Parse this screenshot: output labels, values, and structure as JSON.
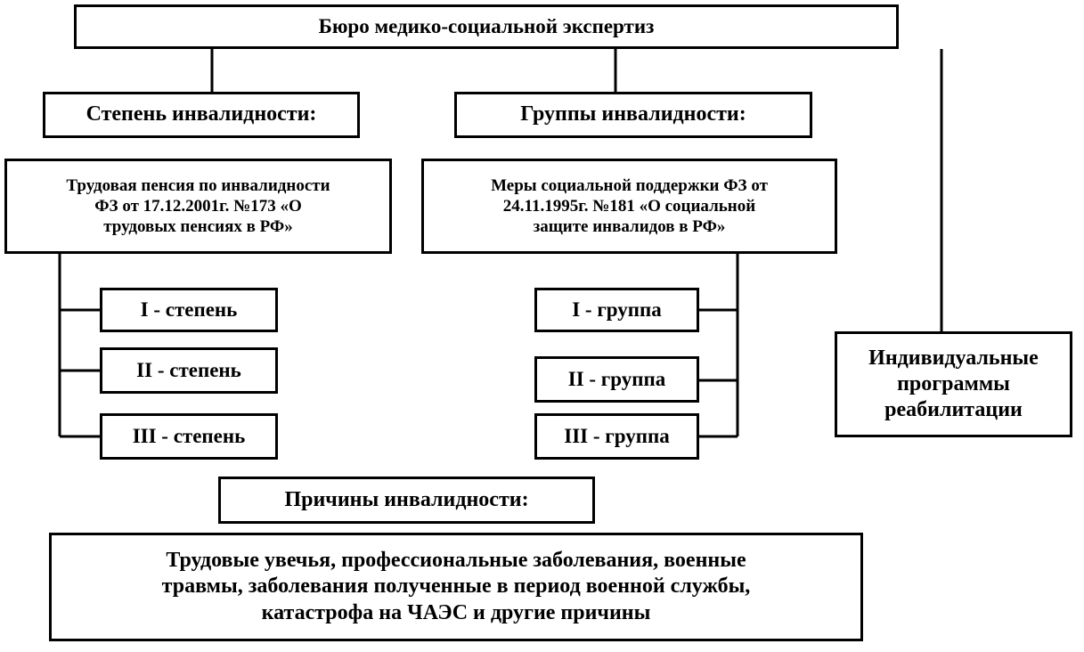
{
  "title": "Бюро медико-социальной экспертиз",
  "degree": {
    "heading": "Степень инвалидности:",
    "law": [
      "Трудовая пенсия по инвалидности",
      "ФЗ от 17.12.2001г. №173 «О",
      "трудовых пенсиях  в РФ»"
    ],
    "items": [
      "I - степень",
      "II - степень",
      "III - степень"
    ]
  },
  "groups": {
    "heading": "Группы инвалидности:",
    "law": [
      "Меры социальной поддержки ФЗ от",
      "24.11.1995г. №181 «О социальной",
      "защите инвалидов в РФ»"
    ],
    "items": [
      "I - группа",
      "II - группа",
      "III - группа"
    ]
  },
  "rehab": [
    "Индивидуальные",
    "программы",
    "реабилитации"
  ],
  "causes": {
    "heading": "Причины инвалидности:",
    "text": [
      "Трудовые увечья, профессиональные заболевания, военные",
      "травмы, заболевания полученные в период военной службы,",
      "катастрофа на ЧАЭС и другие причины"
    ]
  }
}
